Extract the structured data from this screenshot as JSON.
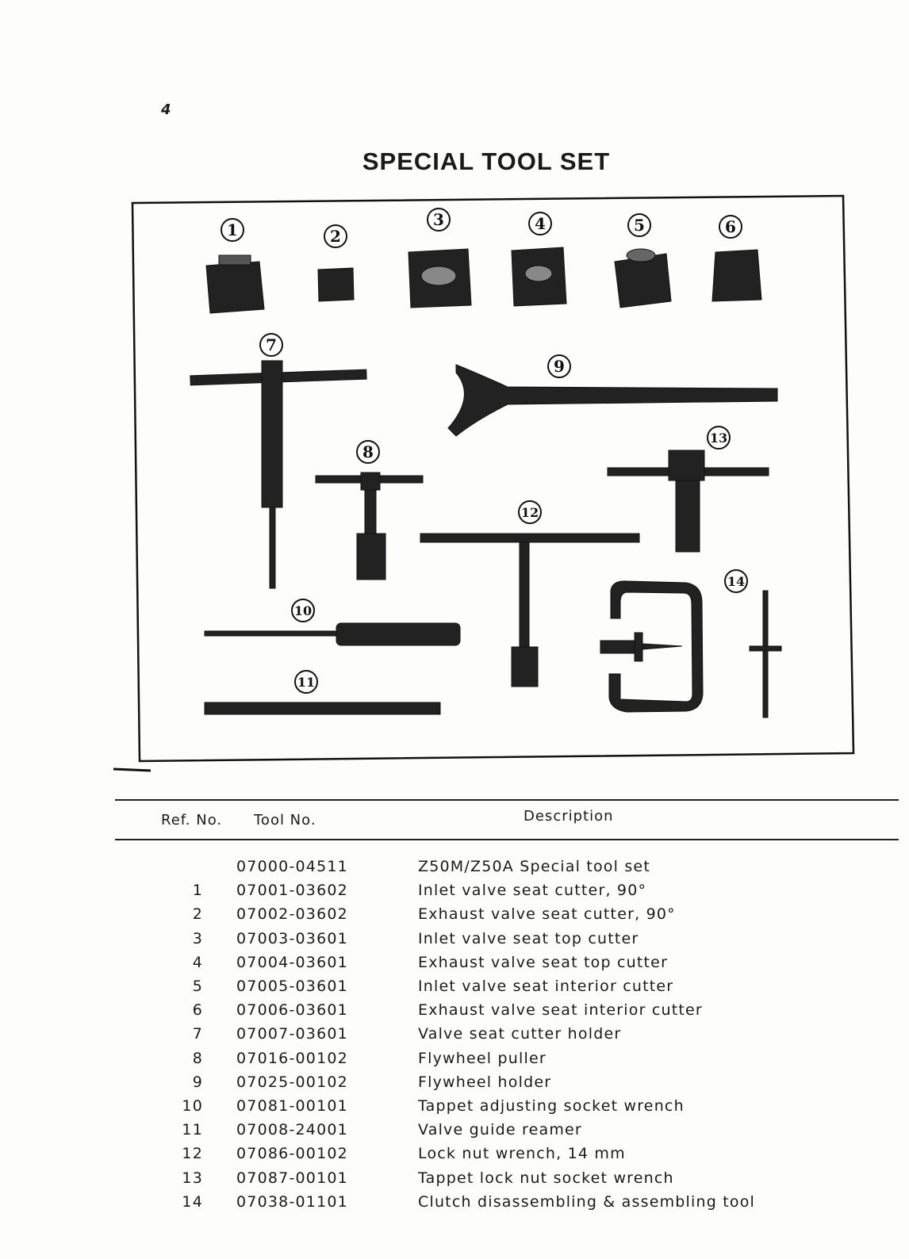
{
  "page_number": "4",
  "title": "SPECIAL TOOL SET",
  "figure": {
    "callouts": [
      "1",
      "2",
      "3",
      "4",
      "5",
      "6",
      "7",
      "8",
      "9",
      "10",
      "11",
      "12",
      "13",
      "14"
    ]
  },
  "table": {
    "headers": {
      "ref": "Ref. No.",
      "tool": "Tool No.",
      "desc": "Description"
    },
    "rows": [
      {
        "ref": "",
        "tool": "07000-04511",
        "desc": "Z50M/Z50A Special tool set"
      },
      {
        "ref": "1",
        "tool": "07001-03602",
        "desc": "Inlet valve seat cutter, 90°"
      },
      {
        "ref": "2",
        "tool": "07002-03602",
        "desc": "Exhaust valve seat cutter, 90°"
      },
      {
        "ref": "3",
        "tool": "07003-03601",
        "desc": "Inlet valve seat top cutter"
      },
      {
        "ref": "4",
        "tool": "07004-03601",
        "desc": "Exhaust valve seat top cutter"
      },
      {
        "ref": "5",
        "tool": "07005-03601",
        "desc": "Inlet valve seat interior cutter"
      },
      {
        "ref": "6",
        "tool": "07006-03601",
        "desc": "Exhaust valve seat interior cutter"
      },
      {
        "ref": "7",
        "tool": "07007-03601",
        "desc": "Valve seat cutter holder"
      },
      {
        "ref": "8",
        "tool": "07016-00102",
        "desc": "Flywheel puller"
      },
      {
        "ref": "9",
        "tool": "07025-00102",
        "desc": "Flywheel holder"
      },
      {
        "ref": "10",
        "tool": "07081-00101",
        "desc": "Tappet adjusting socket wrench"
      },
      {
        "ref": "11",
        "tool": "07008-24001",
        "desc": "Valve guide reamer"
      },
      {
        "ref": "12",
        "tool": "07086-00102",
        "desc": "Lock nut wrench, 14 mm"
      },
      {
        "ref": "13",
        "tool": "07087-00101",
        "desc": "Tappet lock nut socket wrench"
      },
      {
        "ref": "14",
        "tool": "07038-01101",
        "desc": "Clutch disassembling & assembling tool"
      }
    ]
  }
}
